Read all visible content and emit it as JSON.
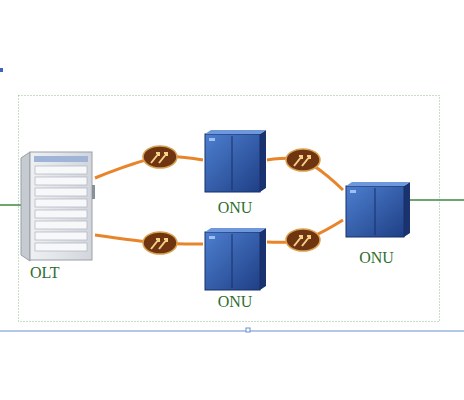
{
  "diagram": {
    "nodes": [
      {
        "text": [
          "OLT"
        ]
      },
      {
        "text": [
          "ONU"
        ]
      },
      {
        "text": [
          "ONU"
        ]
      },
      {
        "text": [
          "ONU"
        ]
      }
    ],
    "edges": [
      {
        "from": 0,
        "to": 1,
        "arrow": "none"
      },
      {
        "from": 1,
        "to": 2,
        "arrow": "none"
      },
      {
        "from": 2,
        "to": 3,
        "arrow": "none"
      },
      {
        "from": 3,
        "to": 0,
        "arrow": "none"
      }
    ]
  }
}
